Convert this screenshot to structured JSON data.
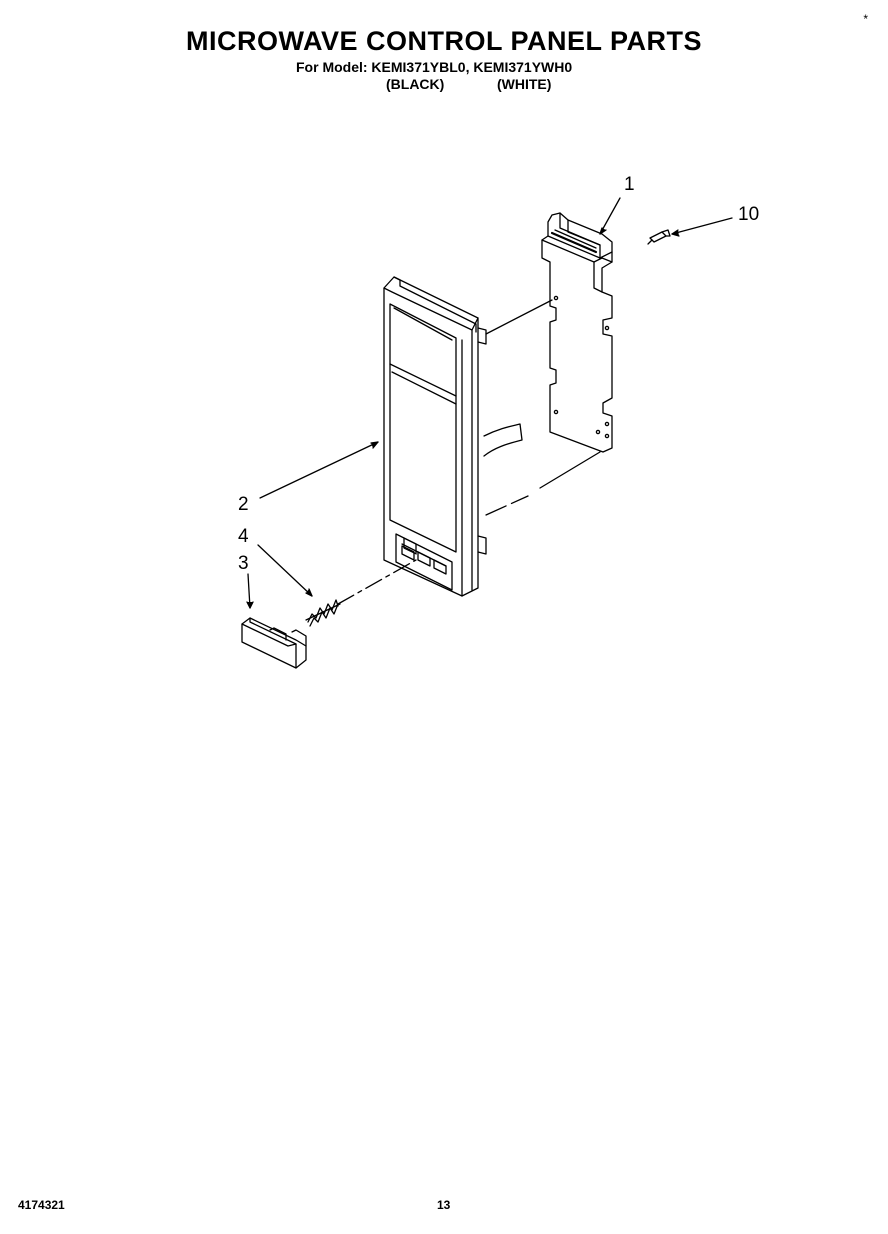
{
  "header": {
    "title": "MICROWAVE CONTROL PANEL PARTS",
    "models": "For Model: KEMI371YBL0, KEMI371YWH0",
    "variant_black": "(BLACK)",
    "variant_white": "(WHITE)"
  },
  "corner_mark": "*",
  "callouts": {
    "c1": "1",
    "c2": "2",
    "c3": "3",
    "c4": "4",
    "c10": "10"
  },
  "footer": {
    "doc_number": "4174321",
    "page_number": "13"
  }
}
